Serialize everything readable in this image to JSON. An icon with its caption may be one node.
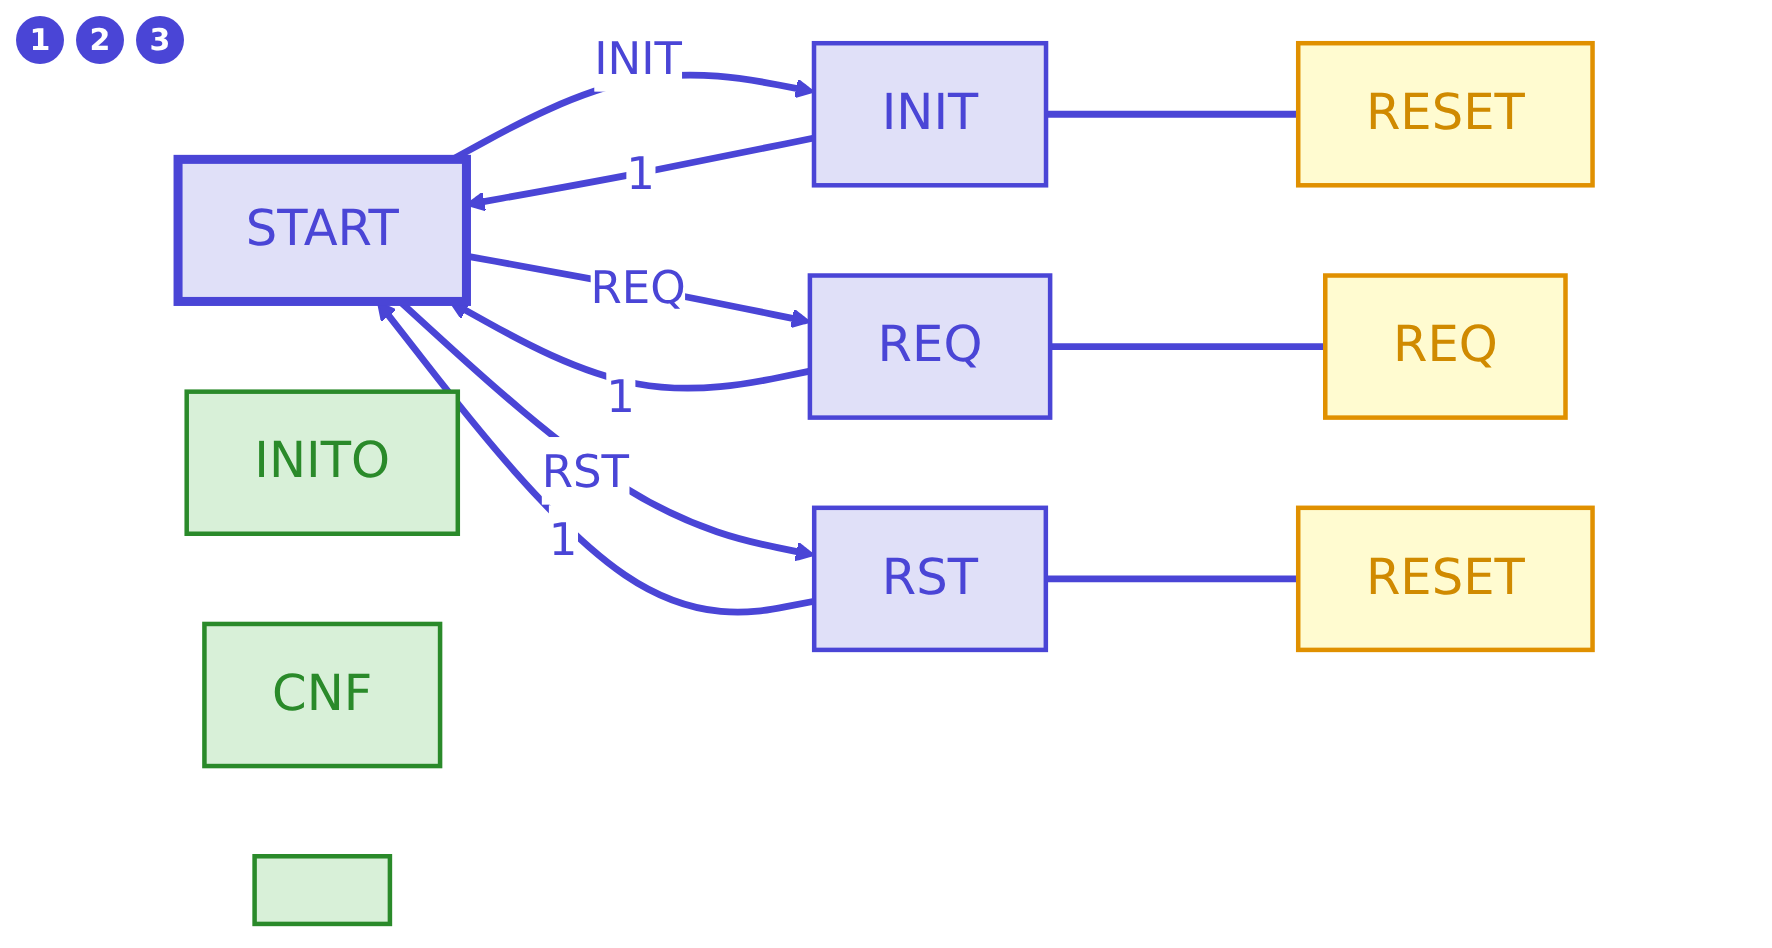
{
  "diagram": {
    "nodes": [
      {
        "text": [
          "START"
        ]
      },
      {
        "text": [
          "INIT"
        ]
      },
      {
        "text": [
          "RESET"
        ]
      },
      {
        "text": [
          "INITO"
        ]
      },
      {
        "text": [
          "REQ"
        ]
      },
      {
        "text": [
          "REQ"
        ]
      },
      {
        "text": [
          "CNF"
        ]
      },
      {
        "text": [
          "RST"
        ]
      },
      {
        "text": [
          "RESET"
        ]
      },
      {
        "text": [],
        "shape": "box"
      }
    ],
    "edges": [
      {
        "from": 0,
        "to": 1,
        "arrow": "to",
        "label": "INIT"
      },
      {
        "from": 1,
        "to": 0,
        "arrow": "to",
        "label": "1"
      },
      {
        "from": 0,
        "to": 4,
        "arrow": "to",
        "label": "REQ"
      },
      {
        "from": 4,
        "to": 0,
        "arrow": "to",
        "label": "1"
      },
      {
        "from": 0,
        "to": 7,
        "arrow": "to",
        "label": "RST"
      },
      {
        "from": 7,
        "to": 0,
        "arrow": "to",
        "label": "1"
      },
      {
        "from": 1,
        "to": 2,
        "arrow": "none"
      },
      {
        "from": 4,
        "to": 5,
        "arrow": "none"
      },
      {
        "from": 7,
        "to": 8,
        "arrow": "none"
      }
    ],
    "labels": [
      "1",
      "2",
      "3"
    ]
  }
}
